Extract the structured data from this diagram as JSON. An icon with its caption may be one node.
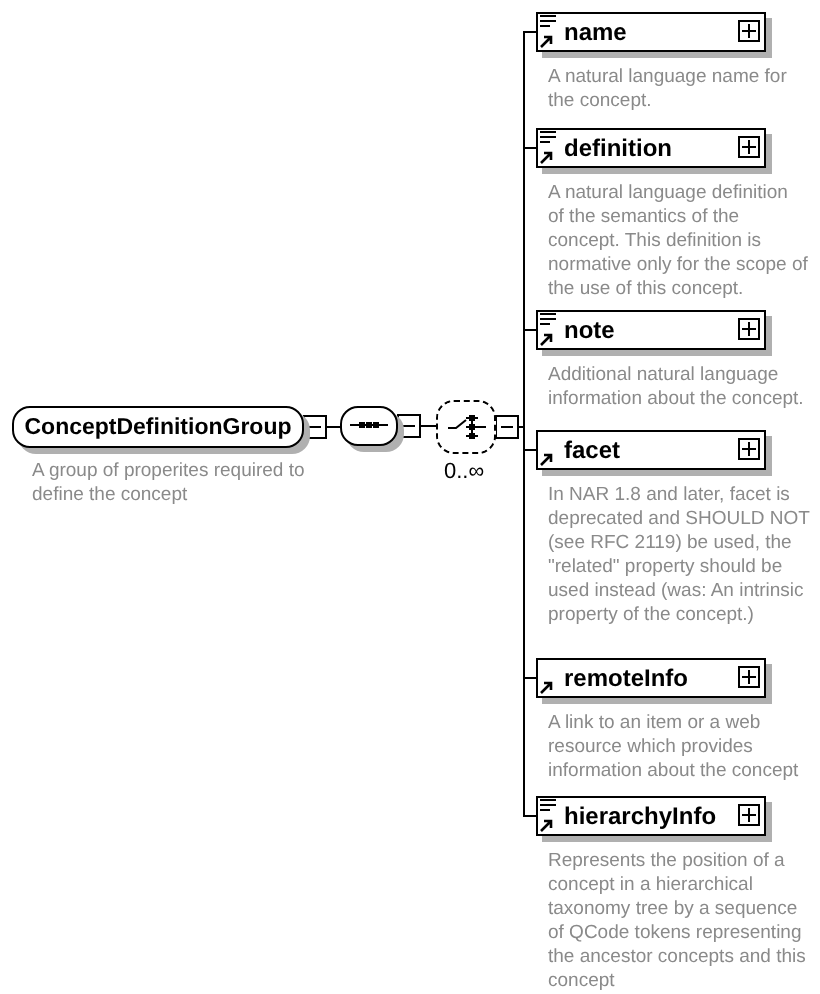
{
  "diagram": {
    "nodes": [
      {
        "text": [
          "ConceptDefinitionGroup"
        ],
        "beside": [
          "A group of properites required to define the concept"
        ]
      },
      {
        "text": [],
        "shape": "box"
      },
      {
        "text": [],
        "shape": "box",
        "beside": [
          "0..∞"
        ]
      },
      {
        "text": [
          "name"
        ],
        "beside": [
          "A natural language name for the concept."
        ]
      },
      {
        "text": [
          "definition"
        ],
        "beside": [
          "A natural language definition of the semantics of the concept. This definition is normative only for the scope of the use of this concept."
        ]
      },
      {
        "text": [
          "note"
        ],
        "beside": [
          "Additional natural language information about the concept."
        ]
      },
      {
        "text": [
          "facet"
        ],
        "beside": [
          "In NAR 1.8 and later, facet is deprecated and SHOULD NOT (see RFC 2119) be used, the \"related\" property should be used instead (was: An intrinsic property of the concept.)"
        ]
      },
      {
        "text": [
          "remoteInfo"
        ],
        "beside": [
          "A link to an item or a web resource which provides information about the concept"
        ]
      },
      {
        "text": [
          "hierarchyInfo"
        ],
        "beside": [
          "Represents the position of a concept in a hierarchical taxonomy tree by a sequence of QCode tokens representing the ancestor concepts and this concept"
        ]
      }
    ],
    "edges": [
      {
        "from": 0,
        "to": 1,
        "arrow": "other"
      },
      {
        "from": 1,
        "to": 2,
        "arrow": "other"
      },
      {
        "from": 2,
        "to": 3,
        "arrow": "other"
      },
      {
        "from": 2,
        "to": 4,
        "arrow": "other"
      },
      {
        "from": 2,
        "to": 5,
        "arrow": "other"
      },
      {
        "from": 2,
        "to": 6,
        "arrow": "other"
      },
      {
        "from": 2,
        "to": 7,
        "arrow": "other"
      },
      {
        "from": 2,
        "to": 8,
        "arrow": "other"
      }
    ]
  }
}
